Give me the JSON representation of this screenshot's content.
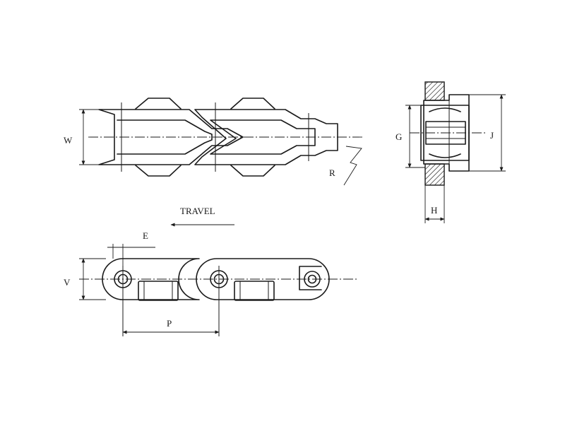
{
  "labels": {
    "width": "W",
    "radius": "R",
    "inner_width": "G",
    "overall_width": "J",
    "thickness": "H",
    "travel": "TRAVEL",
    "offset": "E",
    "height": "V",
    "pitch": "P"
  }
}
